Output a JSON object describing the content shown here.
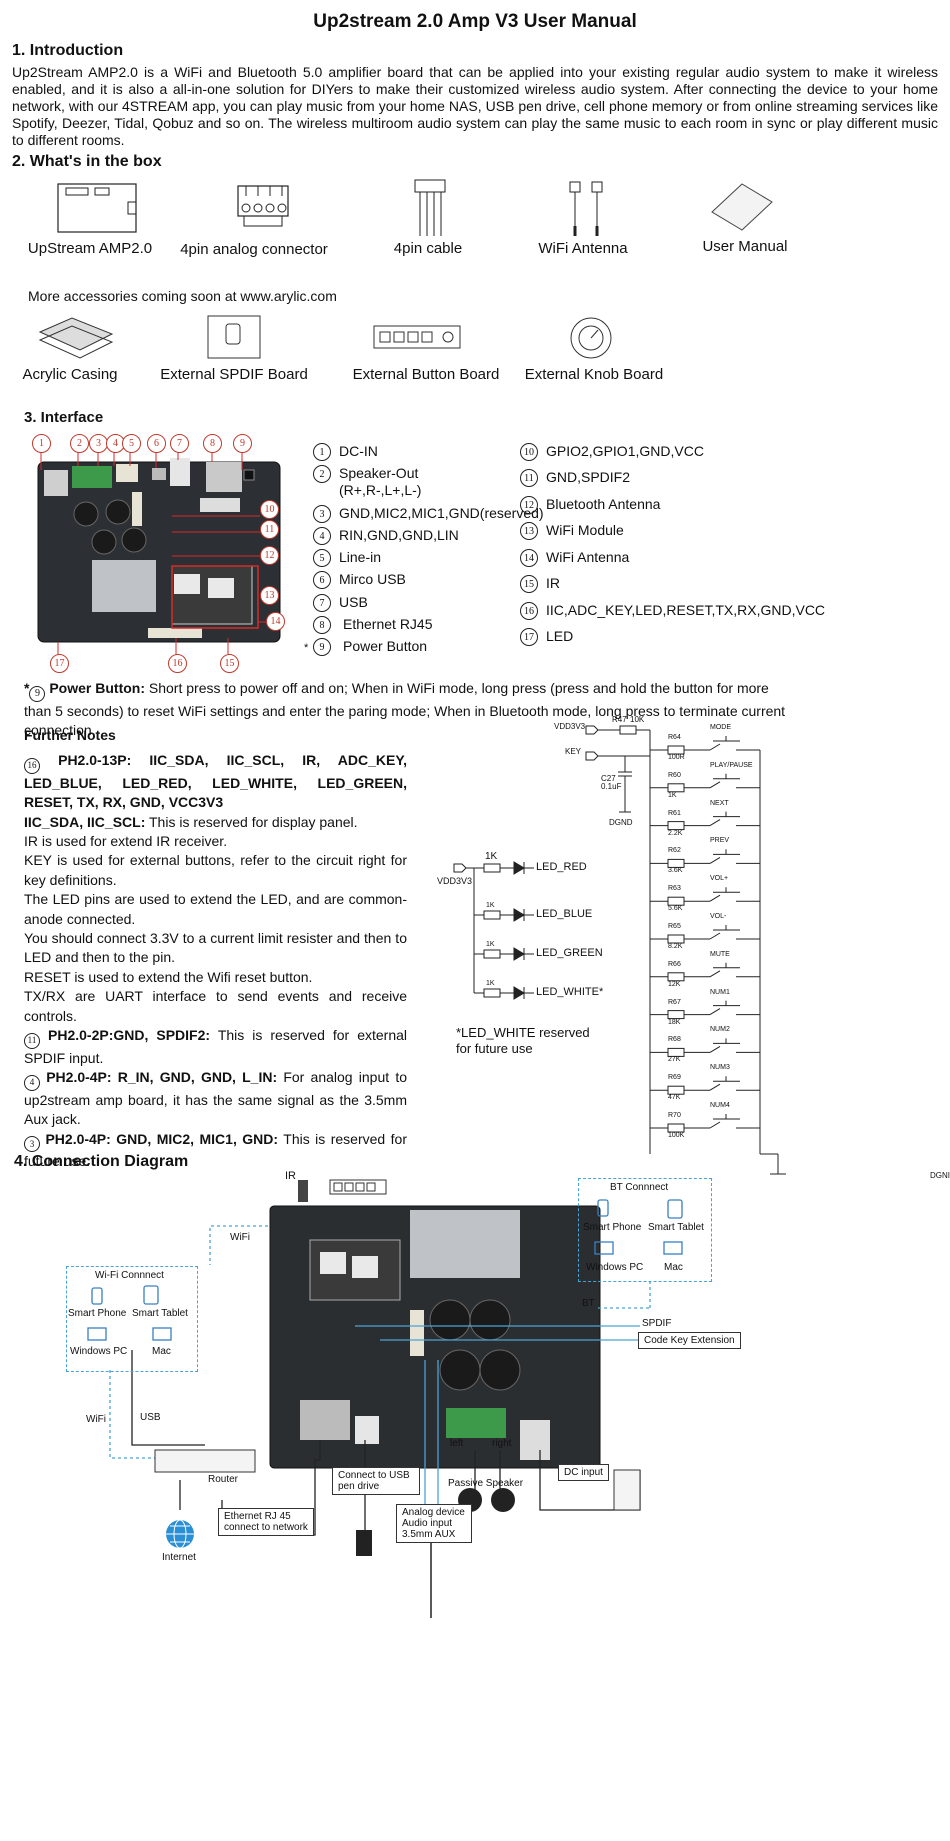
{
  "title": "Up2stream 2.0 Amp V3 User Manual",
  "intro": {
    "heading": "1. Introduction",
    "text": "Up2Stream AMP2.0 is a WiFi and Bluetooth 5.0 amplifier board that can be applied into your existing regular audio system to make it wireless enabled, and it is also a all-in-one solution for DIYers to make their customized wireless audio system. After connecting the device to your home network, with our 4STREAM app, you can play music from your home NAS, USB pen drive, cell phone memory or from online streaming services like Spotify, Deezer, Tidal, Qobuz and so on. The wireless multiroom audio system can play the same music to each room in sync or play different music to different rooms."
  },
  "box": {
    "heading": "2. What's in the box",
    "items": [
      "UpStream AMP2.0",
      "4pin analog connector",
      "4pin cable",
      "WiFi Antenna",
      "User Manual"
    ],
    "more_text": "More accessories coming soon at www.arylic.com",
    "accessories": [
      "Acrylic Casing",
      "External SPDIF Board",
      "External Button Board",
      "External Knob Board"
    ]
  },
  "interface": {
    "heading": "3. Interface",
    "left_items": [
      {
        "n": "1",
        "text": "DC-IN"
      },
      {
        "n": "2",
        "text": "Speaker-Out (R+,R-,L+,L-)"
      },
      {
        "n": "3",
        "text": "GND,MIC2,MIC1,GND(reserved)"
      },
      {
        "n": "4",
        "text": "RIN,GND,GND,LIN"
      },
      {
        "n": "5",
        "text": "Line-in"
      },
      {
        "n": "6",
        "text": "Mirco USB"
      },
      {
        "n": "7",
        "text": "USB"
      },
      {
        "n": "8",
        "text": "Ethernet RJ45"
      },
      {
        "n": "9",
        "text": "Power Button"
      }
    ],
    "right_items": [
      {
        "n": "10",
        "text": "GPIO2,GPIO1,GND,VCC"
      },
      {
        "n": "11",
        "text": "GND,SPDIF2"
      },
      {
        "n": "12",
        "text": "Bluetooth Antenna"
      },
      {
        "n": "13",
        "text": "WiFi Module"
      },
      {
        "n": "14",
        "text": "WiFi Antenna"
      },
      {
        "n": "15",
        "text": "IR"
      },
      {
        "n": "16",
        "text": "IIC,ADC_KEY,LED,RESET,TX,RX,GND,VCC"
      },
      {
        "n": "17",
        "text": "LED"
      }
    ],
    "star": "*",
    "power_note_label": "Power Button:",
    "power_note_text": "Short press to power off and on; When in WiFi mode, long press (press and hold the button for more than 5 seconds) to reset WiFi settings and enter the paring mode; When in Bluetooth mode, long press to terminate current connection."
  },
  "notes": {
    "heading": "Further Notes",
    "p1_bold": "PH2.0-13P: IIC_SDA, IIC_SCL, IR, ADC_KEY, LED_BLUE, LED_RED, LED_WHITE, LED_GREEN, RESET, TX, RX, GND, VCC3V3",
    "p2_bold": "IIC_SDA, IIC_SCL:",
    "p2_text": "This is reserved for display panel.",
    "p3": "IR is used for extend IR receiver.",
    "p4": "KEY is used for external buttons, refer to the circuit right for key definitions.",
    "p5": "The LED pins are used to extend the LED, and are common-anode connected.",
    "p6": "You should connect 3.3V to a current limit resister and then to LED and then to the pin.",
    "p7": "RESET is used to extend the Wifi reset button.",
    "p8": "TX/RX are UART interface to send events and receive controls.",
    "p9_bold": "PH2.0-2P:GND, SPDIF2:",
    "p9_text": "This is reserved for external SPDIF input.",
    "p10_bold": "PH2.0-4P: R_IN, GND, GND, L_IN:",
    "p10_text": "For analog input to up2stream amp board, it has the same signal as the 3.5mm Aux jack.",
    "p11_bold": "PH2.0-4P: GND, MIC2, MIC1, GND:",
    "p11_text": "This is reserved for future use."
  },
  "led_circuit": {
    "vdd": "VDD3V3",
    "r_label": "1K",
    "leds": [
      "LED_RED",
      "LED_BLUE",
      "LED_GREEN",
      "LED_WHITE*"
    ],
    "footnote": "*LED_WHITE reserved for future use"
  },
  "key_circuit": {
    "vdd": "VDD3V3",
    "r47": "R47",
    "r47_val": "10K",
    "key": "KEY",
    "cap": "C27",
    "cap_val": "0.1uF",
    "dgnd": "DGND",
    "dgnd2": "DGNI",
    "rows": [
      {
        "r": "R64",
        "v": "100R",
        "k": "MODE"
      },
      {
        "r": "R60",
        "v": "1K",
        "k": "PLAY/PAUSE"
      },
      {
        "r": "R61",
        "v": "2.2K",
        "k": "NEXT"
      },
      {
        "r": "R62",
        "v": "3.6K",
        "k": "PREV"
      },
      {
        "r": "R63",
        "v": "5.6K",
        "k": "VOL+"
      },
      {
        "r": "R65",
        "v": "8.2K",
        "k": "VOL-"
      },
      {
        "r": "R66",
        "v": "12K",
        "k": "MUTE"
      },
      {
        "r": "R67",
        "v": "18K",
        "k": "NUM1"
      },
      {
        "r": "R68",
        "v": "27K",
        "k": "NUM2"
      },
      {
        "r": "R69",
        "v": "47K",
        "k": "NUM3"
      },
      {
        "r": "R70",
        "v": "100K",
        "k": "NUM4"
      }
    ]
  },
  "connection": {
    "heading": "4. Connection Diagram",
    "ir": "IR",
    "wifi_box_title": "Wi-Fi Connnect",
    "wifi_devices": [
      "Smart Phone",
      "Smart Tablet",
      "Windows PC",
      "Mac"
    ],
    "bt_box_title": "BT Connnect",
    "bt_devices": [
      "Smart Phone",
      "Smart Tablet",
      "Windows PC",
      "Mac"
    ],
    "wifi1": "WiFi",
    "wifi2": "WiFi",
    "usb": "USB",
    "bt": "BT",
    "spdif": "SPDIF",
    "code_key": "Code Key Extension",
    "router": "Router",
    "internet": "Internet",
    "ethernet": "Ethernet RJ 45 connect to network",
    "usb_pen": "Connect to USB pen drive",
    "analog": "Analog device Audio input 3.5mm AUX",
    "left": "left",
    "right": "right",
    "speaker": "Passive Speaker",
    "dc": "DC input"
  }
}
